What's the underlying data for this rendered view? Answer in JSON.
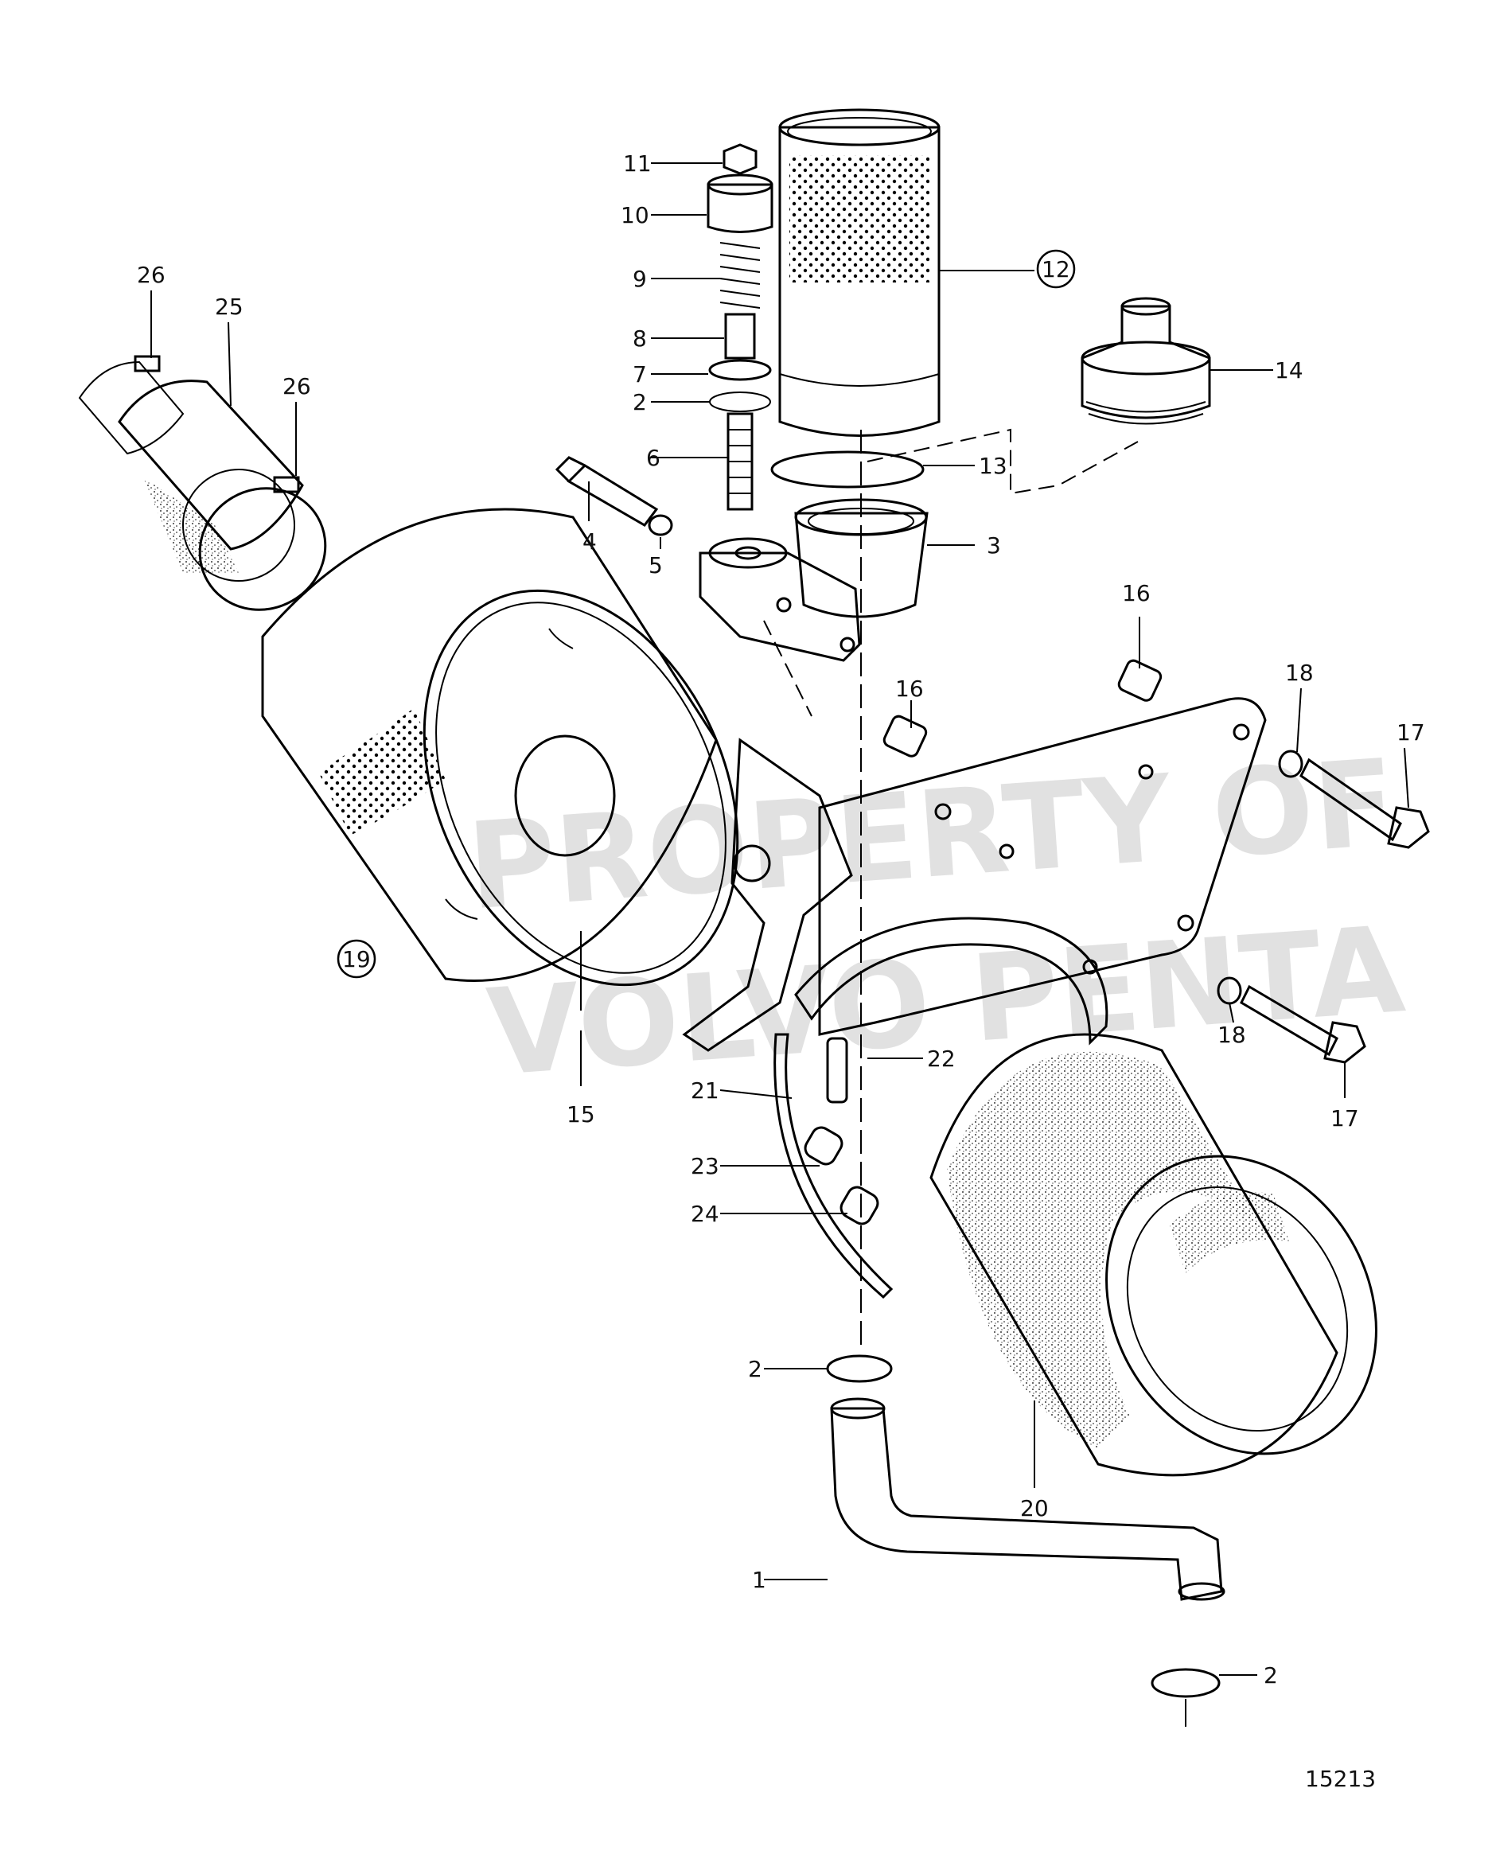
{
  "labels": {
    "p1": "1",
    "p2a": "2",
    "p2b": "2",
    "p2c": "2",
    "p3": "3",
    "p4": "4",
    "p5": "5",
    "p6": "6",
    "p7": "7",
    "p8": "8",
    "p9": "9",
    "p10": "10",
    "p11": "11",
    "p12": "12",
    "p13": "13",
    "p14": "14",
    "p15": "15",
    "p16a": "16",
    "p16b": "16",
    "p17a": "17",
    "p17b": "17",
    "p18a": "18",
    "p18b": "18",
    "p19": "19",
    "p20": "20",
    "p21": "21",
    "p22": "22",
    "p23": "23",
    "p24": "24",
    "p25": "25",
    "p26a": "26",
    "p26b": "26"
  },
  "watermark": {
    "line1": "PROPERTY OF",
    "line2": "VOLVO PENTA"
  },
  "figure_number": "15213"
}
